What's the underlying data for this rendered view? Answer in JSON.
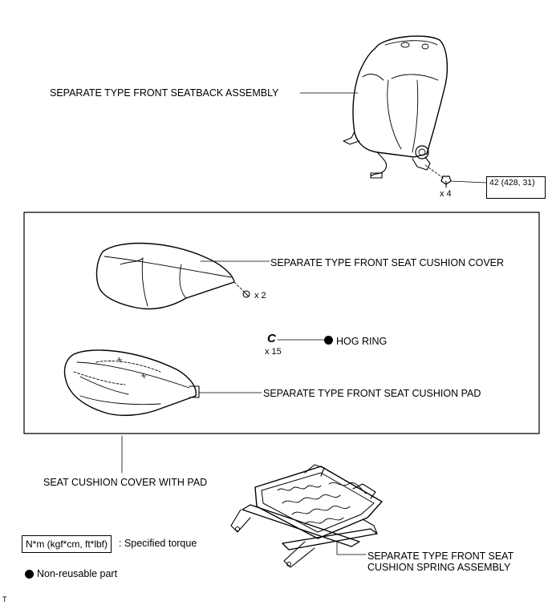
{
  "labels": {
    "seatback": "SEPARATE TYPE FRONT SEATBACK ASSEMBLY",
    "cushion_cover": "SEPARATE TYPE FRONT SEAT CUSHION COVER",
    "hog_ring": "HOG RING",
    "cushion_pad": "SEPARATE TYPE FRONT SEAT CUSHION PAD",
    "cover_with_pad": "SEAT CUSHION COVER WITH PAD",
    "spring_line1": "SEPARATE TYPE FRONT SEAT",
    "spring_line2": "CUSHION SPRING ASSEMBLY"
  },
  "quantities": {
    "bolts": "x 4",
    "clips": "x 2",
    "hog_rings": "x 15"
  },
  "torque": {
    "value": "42 (428, 31)"
  },
  "legend": {
    "torque_unit": "N*m (kgf*cm, ft*lbf)",
    "torque_desc": ": Specified torque",
    "nonreusable_desc": "Non-reusable part"
  },
  "corner_mark": "T",
  "colors": {
    "ink": "#000000",
    "background": "#ffffff"
  },
  "icons": [
    "hog-ring-icon",
    "non-reusable-dot-icon"
  ]
}
